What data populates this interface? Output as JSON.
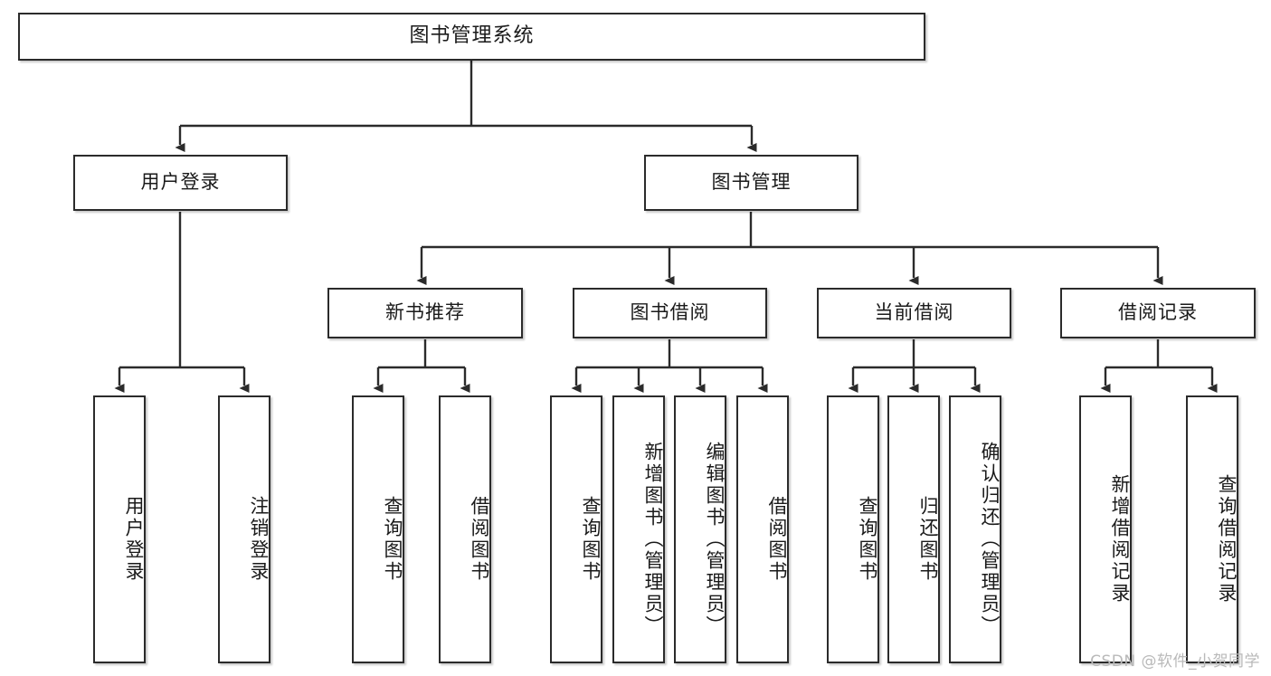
{
  "diagram": {
    "title": "图书管理系统",
    "watermark": "CSDN @软件_小贺同学",
    "root": {
      "label": "图书管理系统"
    },
    "level2": [
      {
        "label": "用户登录"
      },
      {
        "label": "图书管理"
      }
    ],
    "level3": [
      {
        "label": "新书推荐"
      },
      {
        "label": "图书借阅"
      },
      {
        "label": "当前借阅"
      },
      {
        "label": "借阅记录"
      }
    ],
    "leaves": {
      "user_login": [
        {
          "label": "用户登录"
        },
        {
          "label": "注销登录"
        }
      ],
      "new_book_recommend": [
        {
          "label": "查询图书"
        },
        {
          "label": "借阅图书"
        }
      ],
      "book_borrow": [
        {
          "label": "查询图书"
        },
        {
          "label": "新增图书（管理员）"
        },
        {
          "label": "编辑图书（管理员）"
        },
        {
          "label": "借阅图书"
        }
      ],
      "current_borrow": [
        {
          "label": "查询图书"
        },
        {
          "label": "归还图书"
        },
        {
          "label": "确认归还（管理员）"
        }
      ],
      "borrow_record": [
        {
          "label": "新增借阅记录"
        },
        {
          "label": "查询借阅记录"
        }
      ]
    },
    "colors": {
      "stroke": "#2b2b2b",
      "fill": "#ffffff",
      "text": "#1a1a1a",
      "watermark": "#b9b9b9"
    }
  }
}
